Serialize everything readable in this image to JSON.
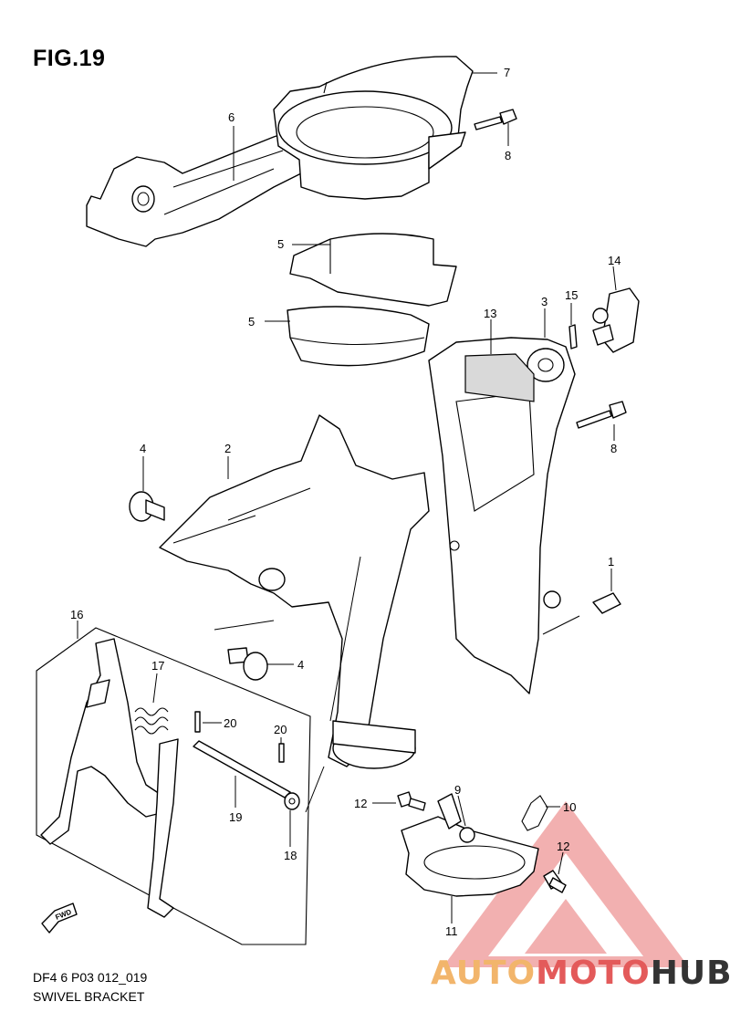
{
  "figure": {
    "title": "FIG.19",
    "code": "DF4 6 P03 012_019",
    "name": "SWIVEL BRACKET"
  },
  "callouts": [
    "1",
    "2",
    "3",
    "4",
    "4",
    "5",
    "5",
    "6",
    "7",
    "8",
    "8",
    "9",
    "10",
    "11",
    "12",
    "12",
    "13",
    "14",
    "15",
    "16",
    "17",
    "18",
    "19",
    "20",
    "20"
  ],
  "watermark": {
    "part1": "AUTO",
    "part2": "MOTO",
    "part3": "HUB",
    "colors": {
      "auto": "#f2b56b",
      "moto": "#e35a5a",
      "hub": "#333333",
      "triangle": "#e35a5a"
    }
  },
  "fwd_label": "FWD"
}
